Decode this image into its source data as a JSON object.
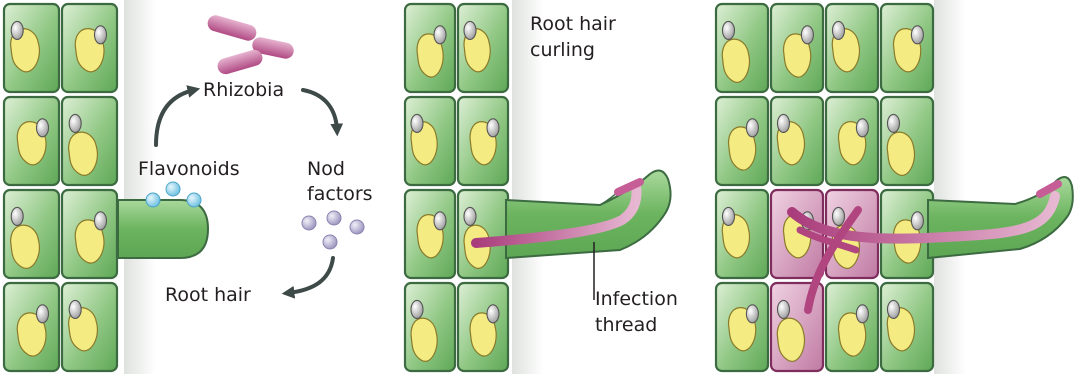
{
  "panel1": {
    "labels": {
      "rhizobia": "Rhizobia",
      "flavonoids": "Flavonoids",
      "nod_factors_line1": "Nod",
      "nod_factors_line2": "factors",
      "root_hair": "Root hair"
    }
  },
  "panel2": {
    "labels": {
      "curling_line1": "Root hair",
      "curling_line2": "curling",
      "infection_line1": "Infection",
      "infection_line2": "thread"
    }
  },
  "colors": {
    "cell_fill": "#6db262",
    "cell_stroke": "#3c6b41",
    "cell_inner": "#cfe8c4",
    "vacuole": "#f4ec83",
    "nucleus": "#b7b7b7",
    "rhizobia": "#b5508a",
    "infected_cell": "#cc8fb1",
    "arrow": "#3e4a48",
    "flavonoid": "#8fd0e8",
    "nod_factor": "#b4aed0"
  },
  "icons": [
    "rhizobium-bacterium-icon",
    "flavonoid-molecule-icon",
    "nod-factor-molecule-icon",
    "arrow-icon"
  ]
}
